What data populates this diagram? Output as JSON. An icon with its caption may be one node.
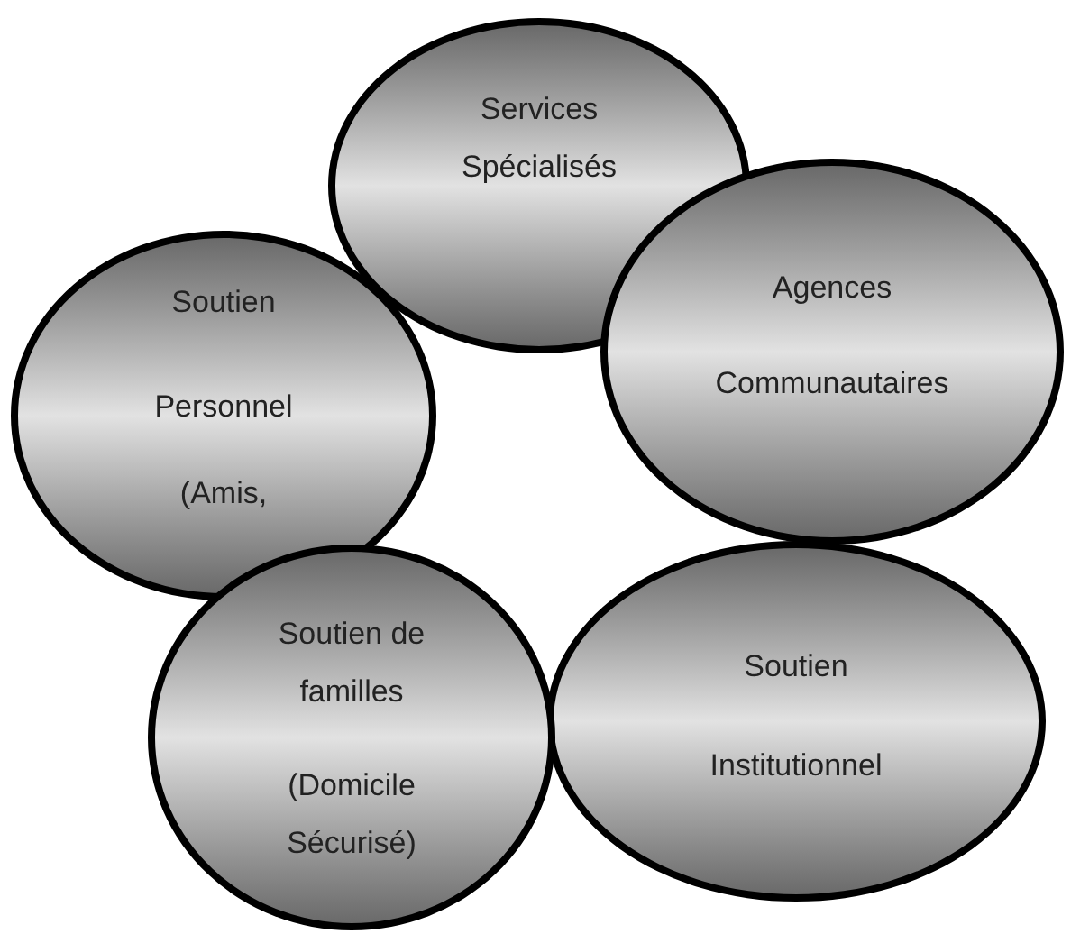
{
  "diagram": {
    "nodes": [
      {
        "text": [
          "Services Spécialisés"
        ]
      },
      {
        "text": [
          "Soutien",
          "Personnel",
          "(Amis,"
        ]
      },
      {
        "text": [
          "Agences",
          "Communautaires"
        ]
      },
      {
        "text": [
          "Soutien",
          "Institutionnel"
        ]
      },
      {
        "text": [
          "Soutien de familles",
          "(Domicile Sécurisé)"
        ]
      }
    ]
  }
}
